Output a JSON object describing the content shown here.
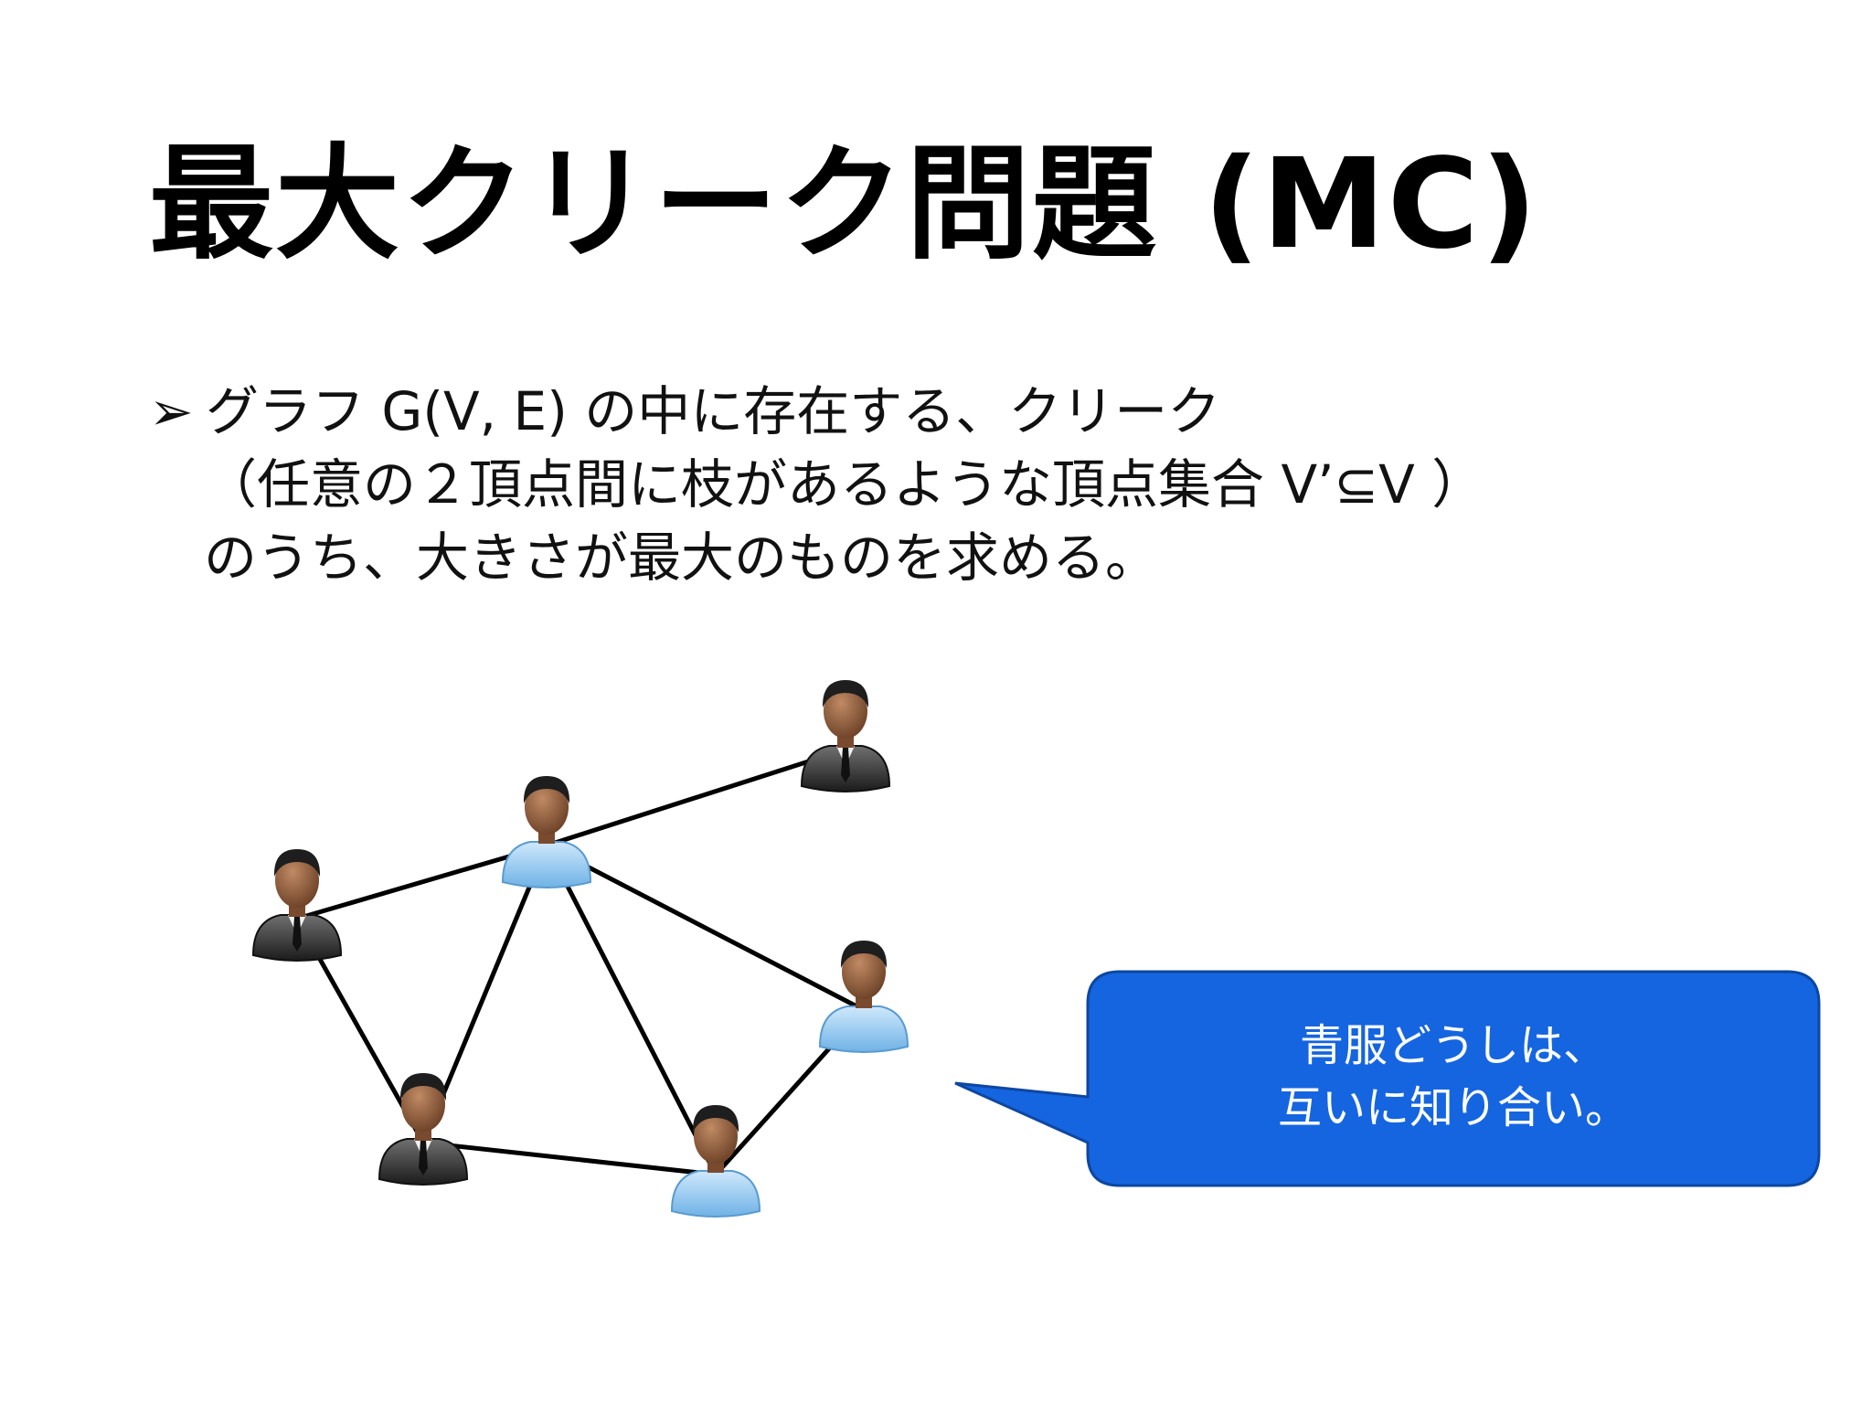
{
  "slide": {
    "title": "最大クリーク問題 (MC)",
    "bullet": "➢",
    "body_lines": [
      "グラフ G(V, E) の中に存在する、クリーク",
      "（任意の２頂点間に枝があるような頂点集合 V’⊆V ）",
      "のうち、大きさが最大のものを求める。"
    ]
  },
  "callout": {
    "lines": [
      "青服どうしは、",
      "互いに知り合い。"
    ],
    "color": "#1565e0",
    "border": "#0d47a1"
  },
  "graph": {
    "nodes": [
      {
        "id": "n1",
        "shirt": "dark"
      },
      {
        "id": "n2",
        "shirt": "blue"
      },
      {
        "id": "n3",
        "shirt": "dark"
      },
      {
        "id": "n4",
        "shirt": "blue"
      },
      {
        "id": "n5",
        "shirt": "dark"
      },
      {
        "id": "n6",
        "shirt": "blue"
      }
    ],
    "edges": [
      [
        "n1",
        "n2"
      ],
      [
        "n2",
        "n3"
      ],
      [
        "n1",
        "n5"
      ],
      [
        "n2",
        "n5"
      ],
      [
        "n2",
        "n6"
      ],
      [
        "n2",
        "n4"
      ],
      [
        "n4",
        "n6"
      ],
      [
        "n5",
        "n6"
      ]
    ],
    "colors": {
      "blue_shirt": "#8ec6f0",
      "dark_shirt": "#2f2f2f",
      "skin": "#8a5a3c",
      "hair": "#1e1e1e"
    }
  }
}
